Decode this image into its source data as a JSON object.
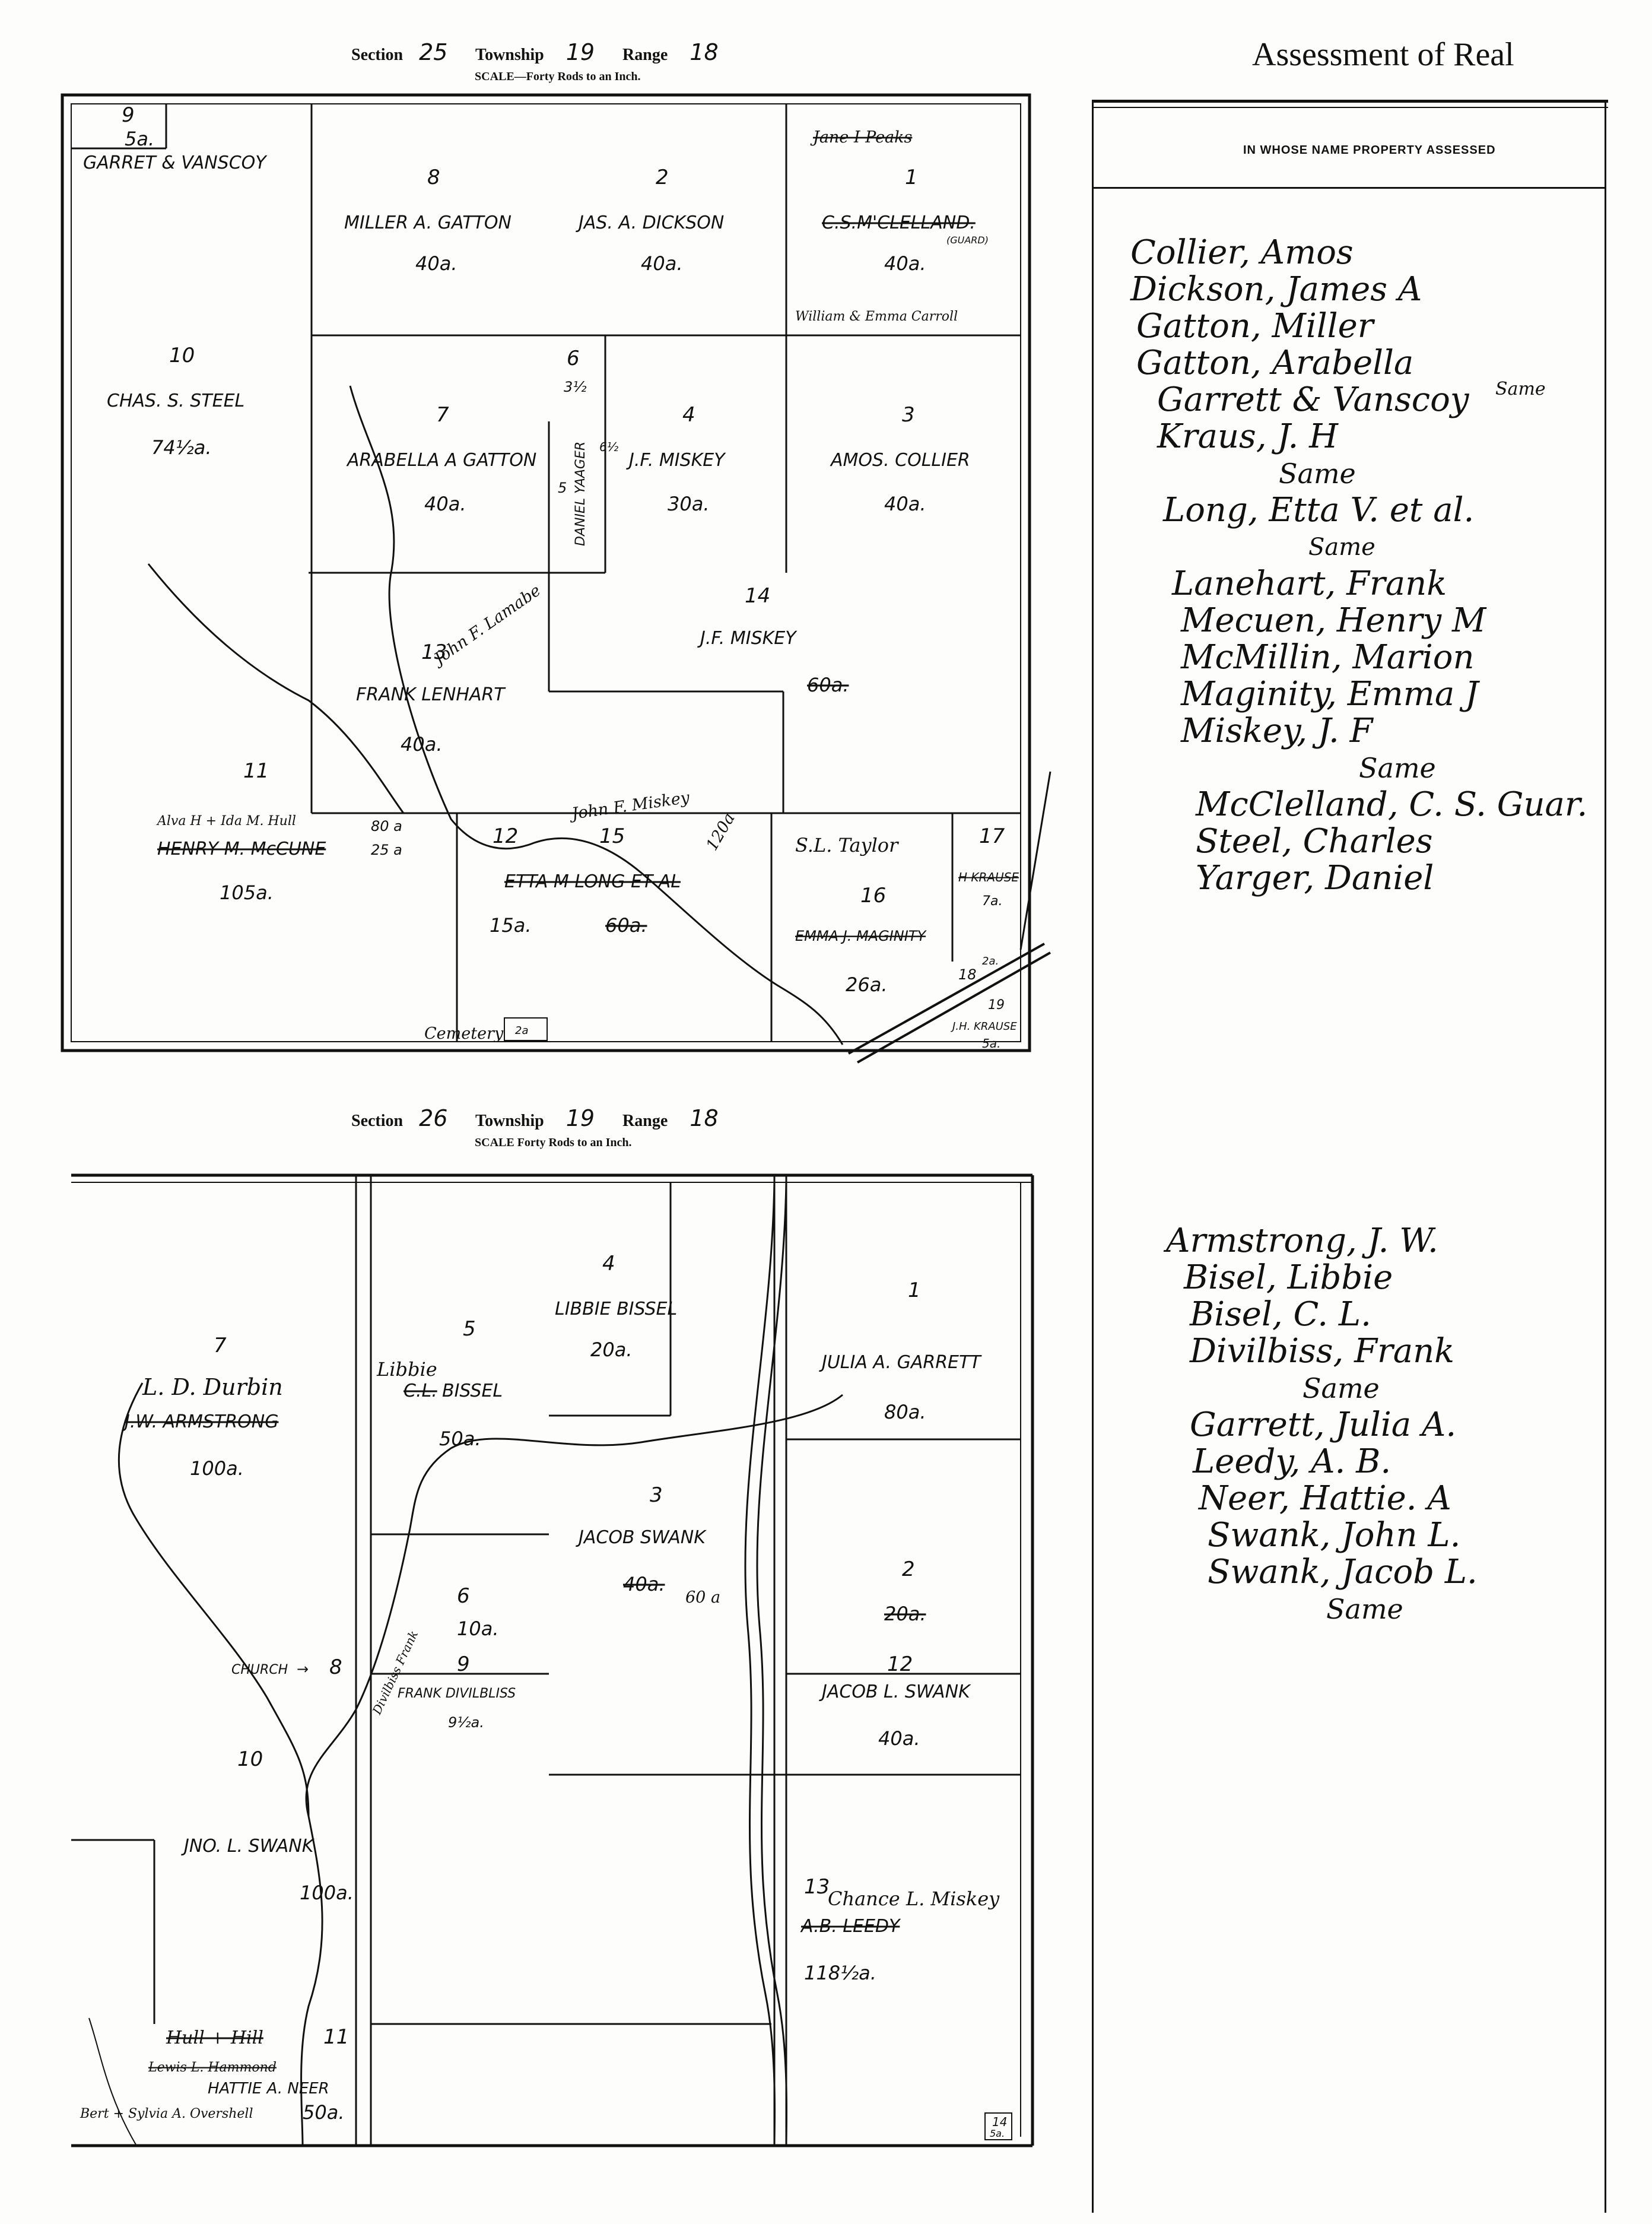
{
  "section_25": {
    "label_section": "Section",
    "section": "25",
    "label_township": "Township",
    "township": "19",
    "label_range": "Range",
    "range": "18",
    "scale": "SCALE—Forty Rods to an Inch.",
    "lots": {
      "l9": {
        "num": "9",
        "acres": "5a."
      },
      "garrett": {
        "owner": "GARRET & VANSCOY"
      },
      "l8": {
        "num": "8",
        "owner": "MILLER A. GATTON",
        "acres": "40a."
      },
      "l2": {
        "num": "2",
        "owner": "JAS. A. DICKSON",
        "acres": "40a."
      },
      "l1": {
        "num": "1",
        "owner": "C.S.M'CLELLAND.",
        "guard": "(GUARD)",
        "acres": "40a.",
        "note_top": "Jane I Peaks",
        "note_bottom": "William & Emma Carroll"
      },
      "l10": {
        "num": "10",
        "owner": "CHAS. S. STEEL",
        "acres": "74½a."
      },
      "l6": {
        "num": "6",
        "acres": "3½"
      },
      "l7": {
        "num": "7",
        "owner": "ARABELLA A GATTON",
        "acres": "40a."
      },
      "l5": {
        "num": "5",
        "owner": "DANIEL YAAGER",
        "acres": "6½"
      },
      "l4": {
        "num": "4",
        "owner": "J.F. MISKEY",
        "acres": "30a."
      },
      "l3": {
        "num": "3",
        "owner": "AMOS. COLLIER",
        "acres": "40a."
      },
      "l14": {
        "num": "14",
        "owner": "J.F. MISKEY",
        "acres": "60a."
      },
      "l13": {
        "num": "13",
        "owner": "FRANK LENHART",
        "note": "John F. Lamabe",
        "acres": "40a."
      },
      "l11": {
        "num": "11",
        "note": "Alva H + Ida M. Hull",
        "owner_struck": "HENRY M. McCUNE",
        "acres_a": "80 a",
        "acres_b": "25 a",
        "acres": "105a."
      },
      "l12": {
        "num": "12",
        "acres": "15a."
      },
      "l15": {
        "num": "15",
        "note": "John F. Miskey",
        "note2": "120a",
        "owner": "ETTA M LONG ET AL",
        "acres": "60a."
      },
      "l16": {
        "num": "16",
        "note": "S.L. Taylor",
        "owner": "EMMA J. MAGINITY",
        "acres": "26a."
      },
      "l17": {
        "num": "17",
        "owner": "H KRAUSE",
        "acres": "7a."
      },
      "l18": {
        "num": "18",
        "acres": "2a."
      },
      "l19": {
        "num": "19",
        "owner": "J.H. KRAUSE",
        "acres": "5a."
      },
      "cemetery": {
        "label": "Cemetery",
        "acres": "2a"
      }
    }
  },
  "section_26": {
    "label_section": "Section",
    "section": "26",
    "label_township": "Township",
    "township": "19",
    "label_range": "Range",
    "range": "18",
    "scale": "SCALE Forty Rods to an Inch.",
    "lots": {
      "l4": {
        "num": "4",
        "owner": "LIBBIE BISSEL",
        "acres": "20a."
      },
      "l5": {
        "num": "5",
        "owner_note": "Libbie",
        "owner_struck": "C.L.",
        "owner": "BISSEL",
        "acres": "50a."
      },
      "l1": {
        "num": "1",
        "owner": "JULIA A. GARRETT",
        "acres": "80a."
      },
      "l7": {
        "num": "7",
        "note": "L. D. Durbin",
        "owner_struck": "J.W. ARMSTRONG",
        "acres": "100a."
      },
      "l3": {
        "num": "3",
        "owner": "JACOB SWANK",
        "acres": "40a.",
        "acres2": "60 a"
      },
      "l2": {
        "num": "2",
        "acres": "20a."
      },
      "l6": {
        "num": "6",
        "acres": "10a."
      },
      "l8": {
        "num": "8",
        "label": "CHURCH"
      },
      "l9": {
        "num": "9",
        "owner": "FRANK DIVILBLISS",
        "acres": "9½a.",
        "note": "Divilbiss Frank"
      },
      "l12": {
        "num": "12",
        "owner": "JACOB L. SWANK",
        "acres": "40a."
      },
      "l10": {
        "num": "10",
        "owner": "JNO. L. SWANK",
        "acres": "100a."
      },
      "l13": {
        "num": "13",
        "note": "Chance L. Miskey",
        "owner_struck": "A.B. LEEDY",
        "acres": "118½a."
      },
      "l11": {
        "num": "11",
        "owner_struck1": "Hull + Hill",
        "owner_struck2": "Lewis L. Hammond",
        "owner": "HATTIE A. NEER",
        "acres": "50a.",
        "note": "Bert + Sylvia A. Overshell"
      },
      "l14": {
        "num": "14",
        "acres": "5a."
      }
    }
  },
  "ledger": {
    "title": "Assessment of Real",
    "column_header": "IN WHOSE NAME PROPERTY ASSESSED",
    "names_group1": [
      "Collier, Amos",
      "Dickson, James A",
      "Gatton, Miller",
      "Gatton, Arabella",
      "Garrett & Vanscoy",
      "Kraus, J. H",
      "Same",
      "Long, Etta V. et al.",
      "Same",
      "Lanehart, Frank",
      "Mecuen, Henry M",
      "McMillin, Marion",
      "Maginity, Emma J",
      "Miskey, J. F",
      "Same",
      "McClelland, C. S. Guar.",
      "Steel, Charles",
      "Yarger, Daniel"
    ],
    "same_aside": "Same",
    "names_group2": [
      "Armstrong, J. W.",
      "Bisel, Libbie",
      "Bisel, C. L.",
      "Divilbiss, Frank",
      "Same",
      "Garrett, Julia A.",
      "Leedy, A. B.",
      "Neer, Hattie. A",
      "Swank, John L.",
      "Swank, Jacob L.",
      "Same"
    ]
  }
}
